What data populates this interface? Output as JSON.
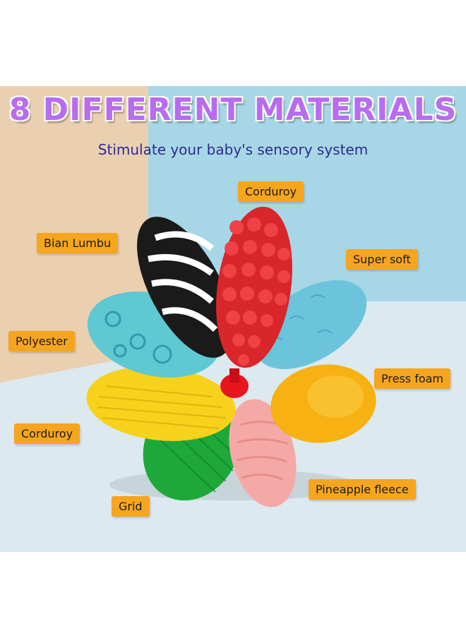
{
  "header": {
    "title": "8 DIFFERENT MATERIALS",
    "subtitle": "Stimulate your baby's sensory system"
  },
  "labels": {
    "corduroy_top": "Corduroy",
    "bian_lumbu": "Bian Lumbu",
    "super_soft": "Super soft",
    "polyester": "Polyester",
    "press_foam": "Press foam",
    "corduroy_left": "Corduroy",
    "pineapple_fleece": "Pineapple fleece",
    "grid": "Grid"
  },
  "colors": {
    "title": "#b86cf0",
    "subtitle": "#2d2a8f",
    "label_bg": "#f6a51e",
    "bg_tan": "#ead0b1",
    "bg_blue": "#a7d7e6",
    "bg_light": "#dce9ef"
  }
}
